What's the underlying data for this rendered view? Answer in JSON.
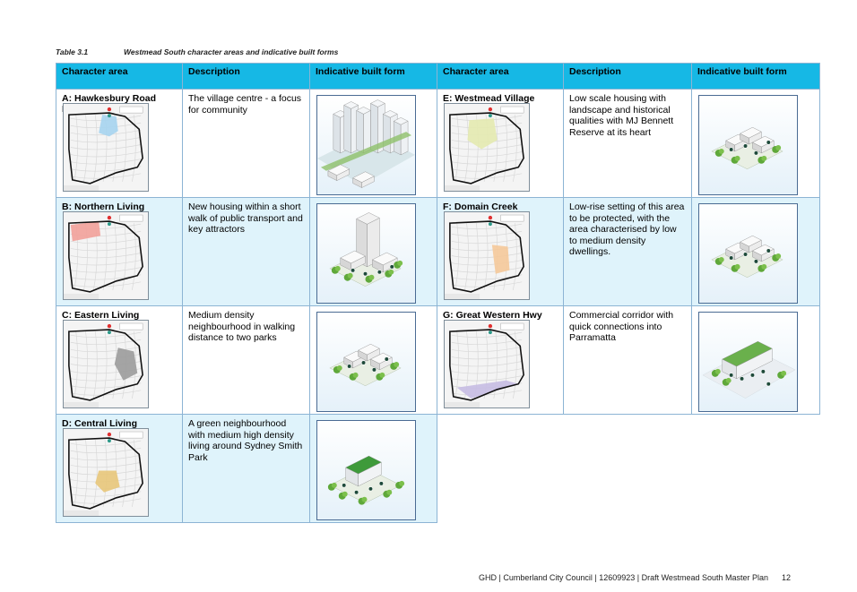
{
  "caption": {
    "number": "Table 3.1",
    "title": "Westmead South character areas and indicative built forms"
  },
  "table": {
    "headers": [
      "Character area",
      "Description",
      "Indicative built form",
      "Character area",
      "Description",
      "Indicative built form"
    ],
    "rows": [
      {
        "left": {
          "name": "A: Hawkesbury Road High Street",
          "description": "The village centre - a focus for community",
          "highlight": "#a6d4f0"
        },
        "right": {
          "name": "E: Westmead Village",
          "description": "Low scale housing with landscape and historical qualities with MJ Bennett Reserve at its heart",
          "highlight": "#e4eab0"
        }
      },
      {
        "left": {
          "name": "B: Northern Living",
          "description": "New housing within a short walk of public transport and key attractors",
          "highlight": "#f2a19a"
        },
        "right": {
          "name": "F: Domain Creek",
          "description": "Low-rise setting of this area to be protected, with the area characterised by low to medium density dwellings.",
          "highlight": "#f5c99a"
        }
      },
      {
        "left": {
          "name": "C: Eastern Living",
          "description": "Medium density neighbourhood in walking distance to two parks",
          "highlight": "#9b9b9b"
        },
        "right": {
          "name": "G: Great Western Hwy",
          "description": "Commercial corridor with quick connections into Parramatta",
          "highlight": "#c7bde3"
        }
      },
      {
        "left": {
          "name": "D: Central Living",
          "description": "A green neighbourhood with medium high density living around Sydney Smith Park",
          "highlight": "#e8c67a"
        }
      }
    ]
  },
  "footer": {
    "text": "GHD | Cumberland City Council | 12609923 | Draft Westmead South Master Plan",
    "page": "12"
  },
  "colors": {
    "header_bg": "#16b8e5",
    "row_alt_bg": "#dff3fb",
    "border": "#8cb4d4"
  },
  "icons": {
    "map": "area-map-thumbnail",
    "built_form": "isometric-building-illustration"
  }
}
